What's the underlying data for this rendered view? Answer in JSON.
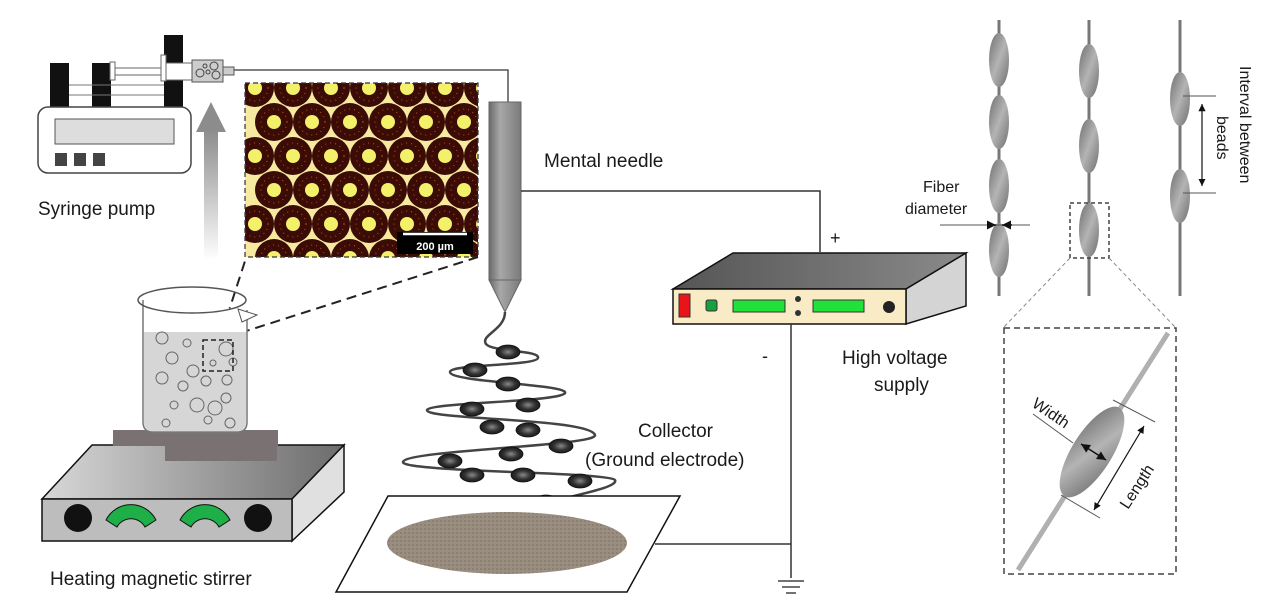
{
  "title": "Electrospinning setup for beaded fibers",
  "labels": {
    "syringe_pump": "Syringe pump",
    "heating_stirrer": "Heating magnetic stirrer",
    "needle": "Mental needle",
    "hv_supply_line1": "High voltage",
    "hv_supply_line2": "supply",
    "collector_line1": "Collector",
    "collector_line2": "(Ground electrode)",
    "plus": "+",
    "minus": "-",
    "fiber_diameter_line1": "Fiber",
    "fiber_diameter_line2": "diameter",
    "interval_line1": "Interval between",
    "interval_line2": "beads",
    "width": "Width",
    "length": "Length",
    "scale_bar": "200 µm"
  },
  "colors": {
    "hv_red": "#e8141a",
    "hv_green": "#22e03a",
    "hv_dark_green": "#18a040",
    "hv_panel": "#f8ebc6",
    "stirrer_green": "#1faf48",
    "micro_bg": "#f7e9a0",
    "micro_ring": "#3a0c05",
    "micro_core": "#f3f06a"
  }
}
